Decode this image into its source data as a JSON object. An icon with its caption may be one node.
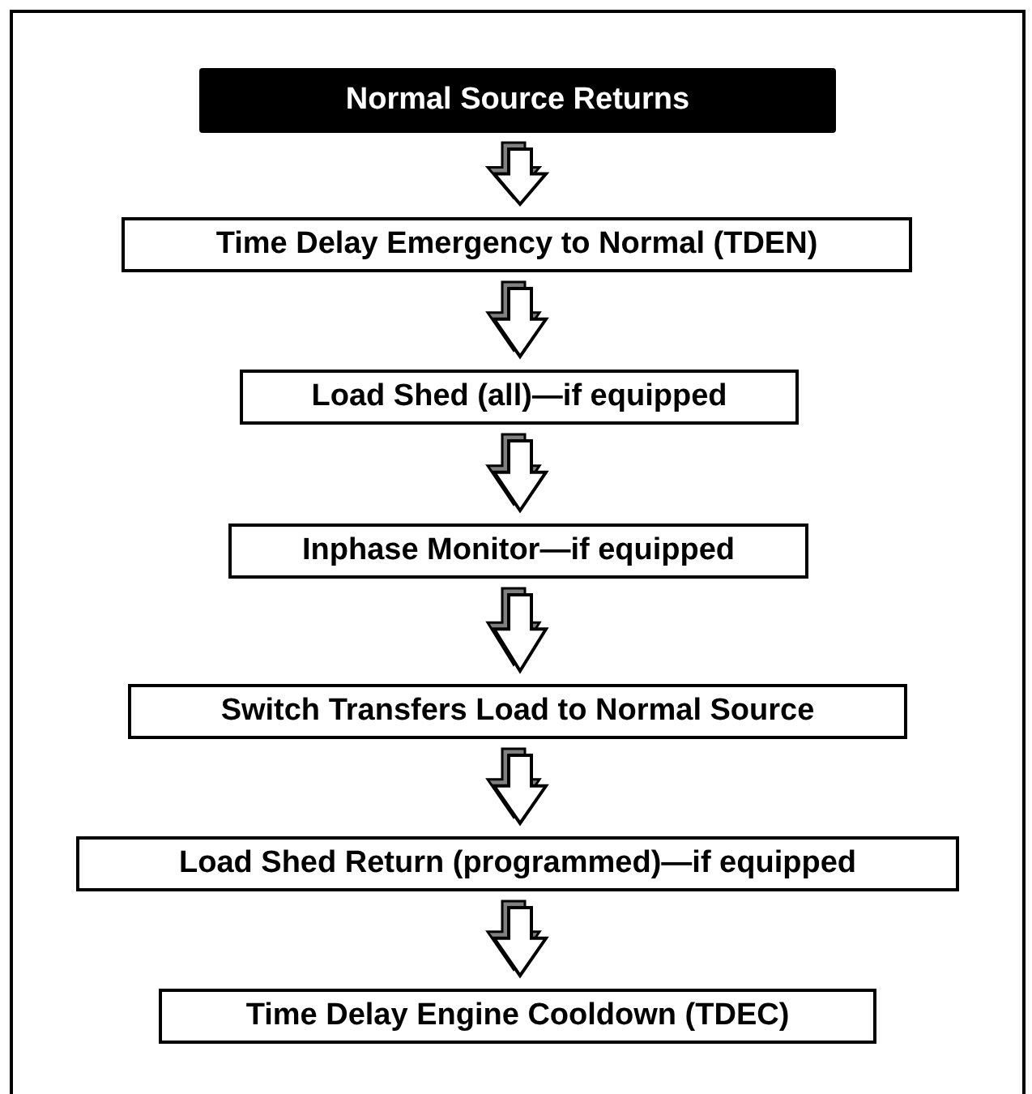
{
  "diagram": {
    "nodes": [
      {
        "text": [
          "Normal Source Returns"
        ]
      },
      {
        "text": [
          "Time Delay Emergency to Normal (TDEN)"
        ]
      },
      {
        "text": [
          "Load Shed (all)—if equipped"
        ]
      },
      {
        "text": [
          "Inphase Monitor—if equipped"
        ]
      },
      {
        "text": [
          "Switch Transfers Load to Normal Source"
        ]
      },
      {
        "text": [
          "Load Shed Return (programmed)—if equipped"
        ]
      },
      {
        "text": [
          "Time Delay Engine Cooldown (TDEC)"
        ]
      }
    ],
    "edges": [
      {
        "from": 0,
        "to": 1,
        "arrow": "to"
      },
      {
        "from": 1,
        "to": 2,
        "arrow": "to"
      },
      {
        "from": 2,
        "to": 3,
        "arrow": "to"
      },
      {
        "from": 3,
        "to": 4,
        "arrow": "to"
      },
      {
        "from": 4,
        "to": 5,
        "arrow": "to"
      },
      {
        "from": 5,
        "to": 6,
        "arrow": "to"
      }
    ]
  }
}
